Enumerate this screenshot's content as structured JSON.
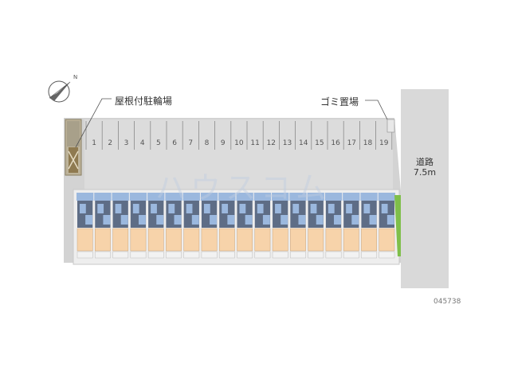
{
  "labels": {
    "bike_parking": "屋根付駐輪場",
    "garbage": "ゴミ置場",
    "road_name": "道路",
    "road_width": "7.5m",
    "watermark": "ハウスコム",
    "code": "045738"
  },
  "parking": {
    "space_numbers": [
      "1",
      "2",
      "3",
      "4",
      "5",
      "6",
      "7",
      "8",
      "9",
      "10",
      "11",
      "12",
      "13",
      "14",
      "15",
      "16",
      "17",
      "18",
      "19"
    ]
  },
  "building": {
    "unit_count": 18
  },
  "colors": {
    "site": "#d3d3d3",
    "road": "#d9d9d9",
    "room": "#f7d3aa",
    "interior": "#5e6d86",
    "stair": "#9bb8de",
    "green": "#7fbf4a",
    "bike": "#8f7a50"
  },
  "compass": {
    "icon": "compass-north-icon"
  }
}
